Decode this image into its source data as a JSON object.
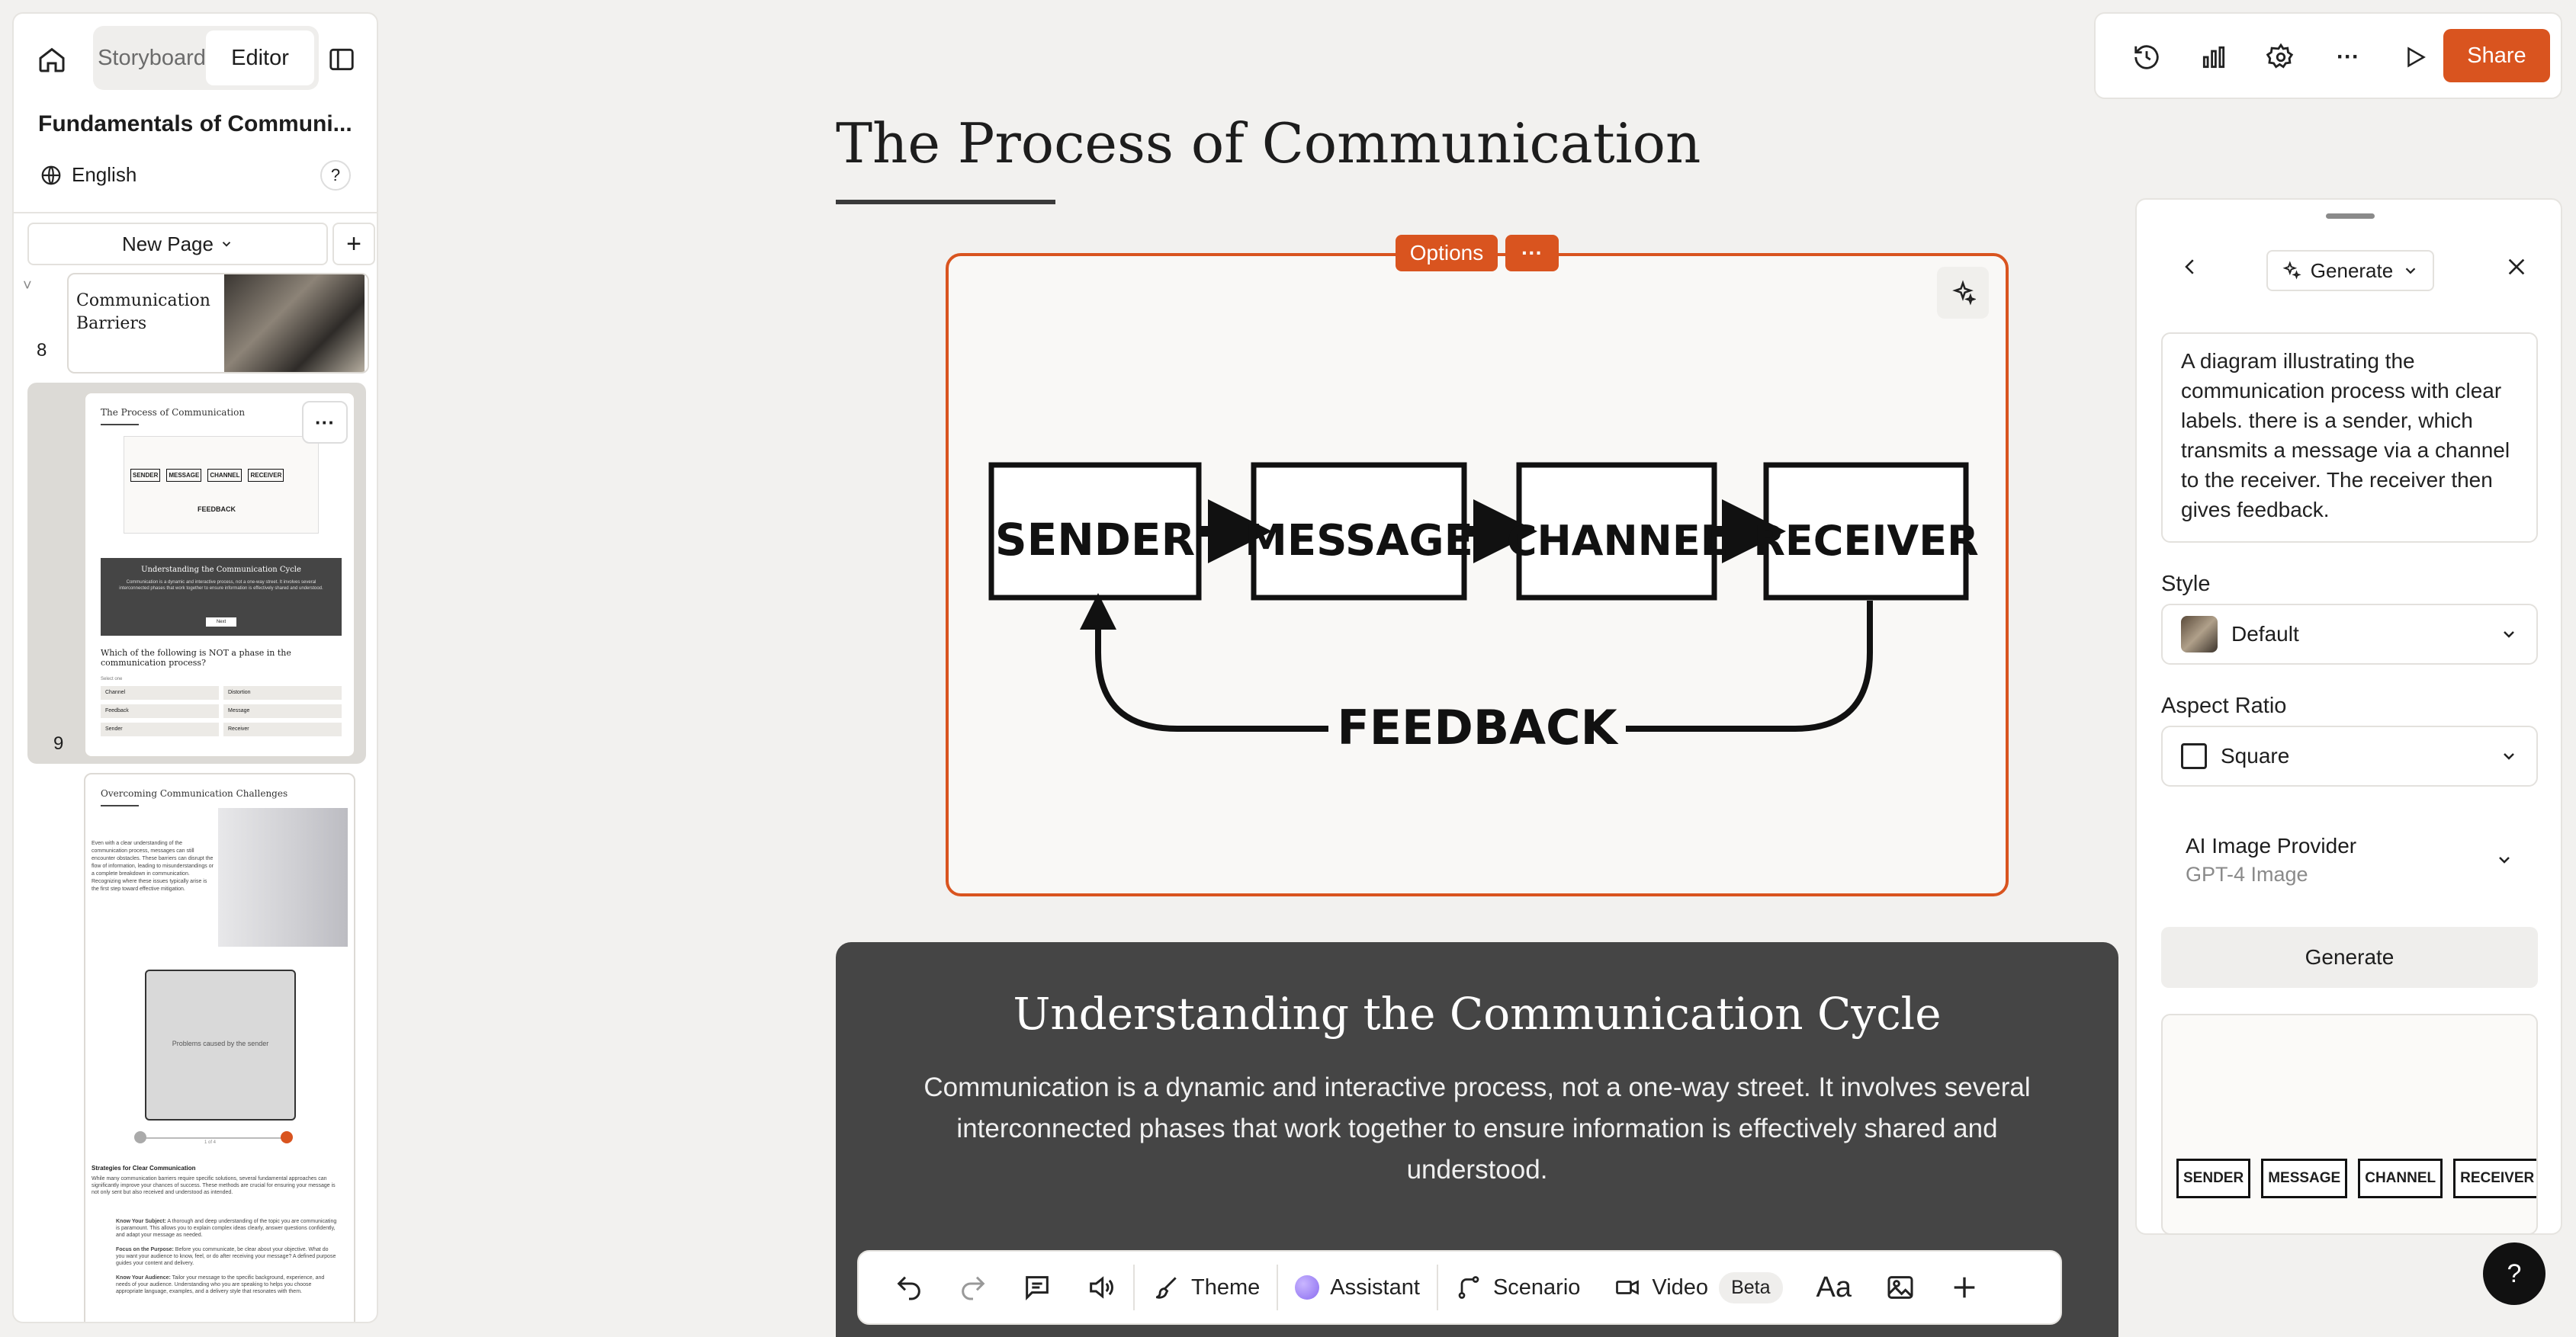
{
  "sidebar": {
    "toggle": {
      "storyboard": "Storyboard",
      "editor": "Editor"
    },
    "project_title": "Fundamentals of Communi...",
    "language": "English",
    "help": "?",
    "new_page": "New Page",
    "add": "+",
    "pages": [
      {
        "number": "8",
        "title": "Communication Barriers"
      },
      {
        "number": "9",
        "title": "The Process of Communication",
        "diagram": [
          "SENDER",
          "MESSAGE",
          "CHANNEL",
          "RECEIVER"
        ],
        "feedback": "FEEDBACK",
        "card_title": "Understanding the Communication Cycle",
        "card_text": "Communication is a dynamic and interactive process, not a one-way street. It involves several interconnected phases that work together to ensure information is effectively shared and understood.",
        "card_button": "Next",
        "question": "Which of the following is NOT a phase in the communication process?",
        "select_one": "Select one",
        "options": [
          "Channel",
          "Distortion",
          "Feedback",
          "Message",
          "Sender",
          "Receiver"
        ]
      },
      {
        "title": "Overcoming Communication Challenges",
        "intro": "Even with a clear understanding of the communication process, messages can still encounter obstacles. These barriers can disrupt the flow of information, leading to misunderstandings or a complete breakdown in communication. Recognizing where these issues typically arise is the first step toward effective mitigation.",
        "caption": "Problems caused by the sender",
        "slider_label": "1 of 4",
        "strategies_title": "Strategies for Clear Communication",
        "strategies_text": "While many communication barriers require specific solutions, several fundamental approaches can significantly improve your chances of success. These methods are crucial for ensuring your message is not only sent but also received and understood as intended.",
        "bullets": [
          {
            "head": "Know Your Subject:",
            "text": "A thorough and deep understanding of the topic you are communicating is paramount. This allows you to explain complex ideas clearly, answer questions confidently, and adapt your message as needed."
          },
          {
            "head": "Focus on the Purpose:",
            "text": "Before you communicate, be clear about your objective. What do you want your audience to know, feel, or do after receiving your message? A defined purpose guides your content and delivery."
          },
          {
            "head": "Know Your Audience:",
            "text": "Tailor your message to the specific background, experience, and needs of your audience. Understanding who you are speaking to helps you choose appropriate language, examples, and a delivery style that resonates with them."
          }
        ]
      }
    ]
  },
  "topbar": {
    "share": "Share",
    "icons": [
      "history-icon",
      "analytics-icon",
      "settings-icon",
      "more-icon",
      "play-icon"
    ]
  },
  "main": {
    "title": "The Process of Communication",
    "image_options": "Options",
    "image_more": "···",
    "diagram": {
      "boxes": [
        "SENDER",
        "MESSAGE",
        "CHANNEL",
        "RECEIVER"
      ],
      "feedback": "FEEDBACK"
    },
    "card": {
      "title": "Understanding the Communication Cycle",
      "text": "Communication is a dynamic and interactive process, not a one-way street. It involves several interconnected phases that work together to ensure information is effectively shared and understood."
    }
  },
  "toolbar": {
    "theme": "Theme",
    "assistant": "Assistant",
    "scenario": "Scenario",
    "video": "Video",
    "beta": "Beta",
    "font": "Aa"
  },
  "right_panel": {
    "mode": "Generate",
    "prompt": "A diagram illustrating the communication process with clear labels. there is a sender, which transmits a message via a channel to the receiver. The receiver then gives feedback.",
    "style_label": "Style",
    "style_value": "Default",
    "aspect_label": "Aspect Ratio",
    "aspect_value": "Square",
    "provider_label": "AI Image Provider",
    "provider_value": "GPT-4 Image",
    "generate_button": "Generate",
    "preview_boxes": [
      "SENDER",
      "MESSAGE",
      "CHANNEL",
      "RECEIVER"
    ]
  },
  "help_fab": "?",
  "colors": {
    "accent": "#d9541f",
    "dark_card": "#454545",
    "page_bg": "#f2f1ef"
  }
}
